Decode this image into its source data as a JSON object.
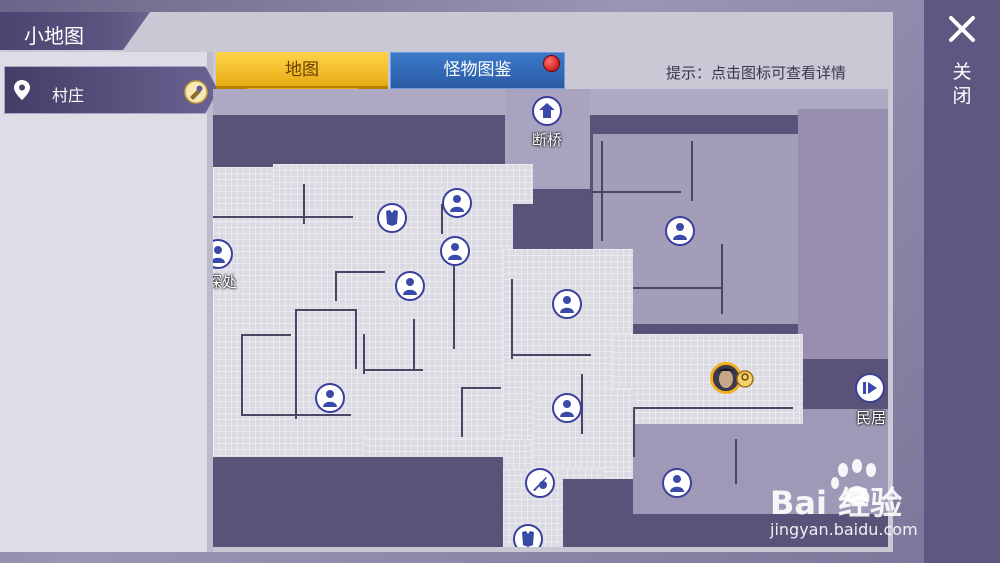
{
  "window": {
    "title": "小地图",
    "close_label": "关闭"
  },
  "sidebar": {
    "location": {
      "label": "村庄",
      "icon": "location-pin-icon",
      "action_icon": "teleport-icon"
    }
  },
  "tabs": [
    {
      "label": "地图",
      "active": true,
      "color": "#e7aa12"
    },
    {
      "label": "怪物图鉴",
      "active": false,
      "color": "#2a5aa4",
      "has_notification": true
    }
  ],
  "hint": "提示：点击图标可查看详情",
  "map": {
    "labels": {
      "broken_bridge": "断桥",
      "deep_place": "深处",
      "residence": "民居"
    },
    "markers": [
      "bridge-icon",
      "npc-icon",
      "npc-icon",
      "npc-icon",
      "npc-icon",
      "npc-icon",
      "npc-icon",
      "npc-icon",
      "npc-icon",
      "npc-icon",
      "npc-icon",
      "armor-shop-icon",
      "weapon-shop-icon",
      "exit-arrow-icon",
      "player-avatar"
    ]
  },
  "watermark": {
    "brand": "Bai 经验",
    "url": "jingyan.baidu.com"
  },
  "colors": {
    "accent_gold": "#e7aa12",
    "accent_blue": "#2a5aa4",
    "panel_purple": "#5e5781"
  }
}
